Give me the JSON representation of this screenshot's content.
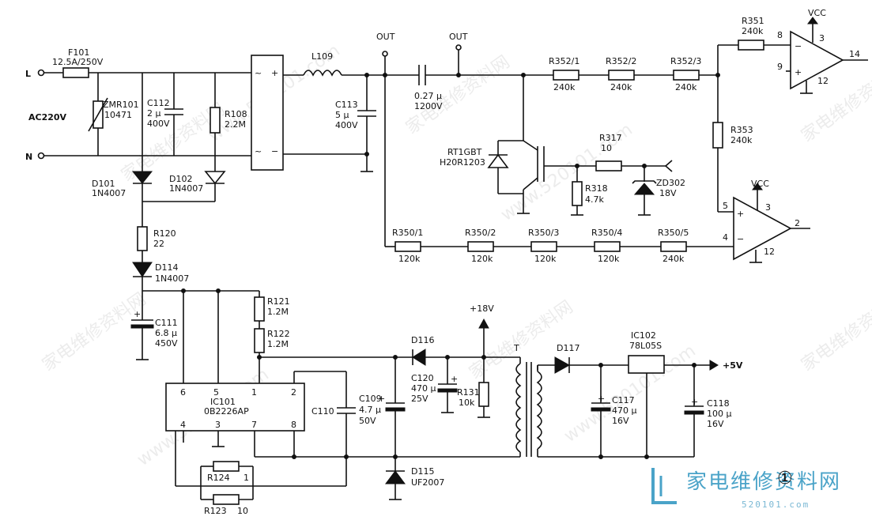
{
  "labels": {
    "L": "L",
    "N": "N",
    "AC220V": "AC220V",
    "F101": "F101",
    "F101_val": "12.5A/250V",
    "ZMR101": "ZMR101",
    "ZMR101_val": "10471",
    "C112": "C112",
    "C112_v1": "2 μ",
    "C112_v2": "400V",
    "R108": "R108",
    "R108_val": "2.2M",
    "D101": "D101",
    "D101_val": "1N4007",
    "D102": "D102",
    "D102_val": "1N4007",
    "R120": "R120",
    "R120_val": "22",
    "D114": "D114",
    "D114_val": "1N4007",
    "C111": "C111",
    "C111_v1": "6.8 μ",
    "C111_v2": "450V",
    "L109": "L109",
    "C113": "C113",
    "C113_v1": "5 μ",
    "C113_v2": "400V",
    "OUT1": "OUT",
    "OUT2": "OUT",
    "C_027": "0.27 μ",
    "C_1200V": "1200V",
    "RT1GBT": "RT1GBT",
    "H20R1203": "H20R1203",
    "R317": "R317",
    "R317_val": "10",
    "R318": "R318",
    "R318_val": "4.7k",
    "ZD302": "ZD302",
    "ZD302_val": "18V",
    "R352_1": "R352/1",
    "R352_1_val": "240k",
    "R352_2": "R352/2",
    "R352_2_val": "240k",
    "R352_3": "R352/3",
    "R352_3_val": "240k",
    "R351": "R351",
    "R351_val": "240k",
    "R353": "R353",
    "R353_val": "240k",
    "VCC1": "VCC",
    "VCC2": "VCC",
    "op1_8": "8",
    "op1_9": "9",
    "op1_3": "3",
    "op1_12": "12",
    "op1_14": "14",
    "op2_5": "5",
    "op2_4": "4",
    "op2_3": "3",
    "op2_12": "12",
    "op2_2": "2",
    "minus": "−",
    "plus": "+",
    "R350_1": "R350/1",
    "R350_1_val": "120k",
    "R350_2": "R350/2",
    "R350_2_val": "120k",
    "R350_3": "R350/3",
    "R350_3_val": "120k",
    "R350_4": "R350/4",
    "R350_4_val": "120k",
    "R350_5": "R350/5",
    "R350_5_val": "240k",
    "R121": "R121",
    "R121_val": "1.2M",
    "R122": "R122",
    "R122_val": "1.2M",
    "IC101": "IC101",
    "IC101_part": "0B2226AP",
    "ic_p6": "6",
    "ic_p5": "5",
    "ic_p1": "1",
    "ic_p2": "2",
    "ic_p4": "4",
    "ic_p3": "3",
    "ic_p7": "7",
    "ic_p8": "8",
    "C110": "C110",
    "C109": "C109",
    "C109_v1": "4.7 μ",
    "C109_v2": "50V",
    "D116": "D116",
    "C120": "C120",
    "C120_v1": "470 μ",
    "C120_v2": "25V",
    "plus18": "+18V",
    "R131": "R131",
    "R131_val": "10k",
    "D115": "D115",
    "D115_val": "UF2007",
    "R124": "R124",
    "R124_val": "1",
    "R123": "R123",
    "R123_val": "10",
    "T": "T",
    "D117": "D117",
    "IC102": "IC102",
    "IC102_part": "78L05S",
    "plus5": "+5V",
    "C117": "C117",
    "C117_v1": "470 μ",
    "C117_v2": "16V",
    "C118": "C118",
    "C118_v1": "100 μ",
    "C118_v2": "16V",
    "bridge_tilde1": "~",
    "bridge_plus": "+",
    "bridge_tilde2": "~",
    "bridge_minus": "−",
    "cap_plus": "+",
    "fig_no": "①"
  },
  "watermark": {
    "text1": "家电维修资料网",
    "text2": "www.520101.com",
    "brand": "家电维修资料网",
    "brand_url": "520101.com"
  },
  "colors": {
    "ink": "#111111",
    "brand": "#4aa3c8",
    "watermark": "#ececec"
  }
}
